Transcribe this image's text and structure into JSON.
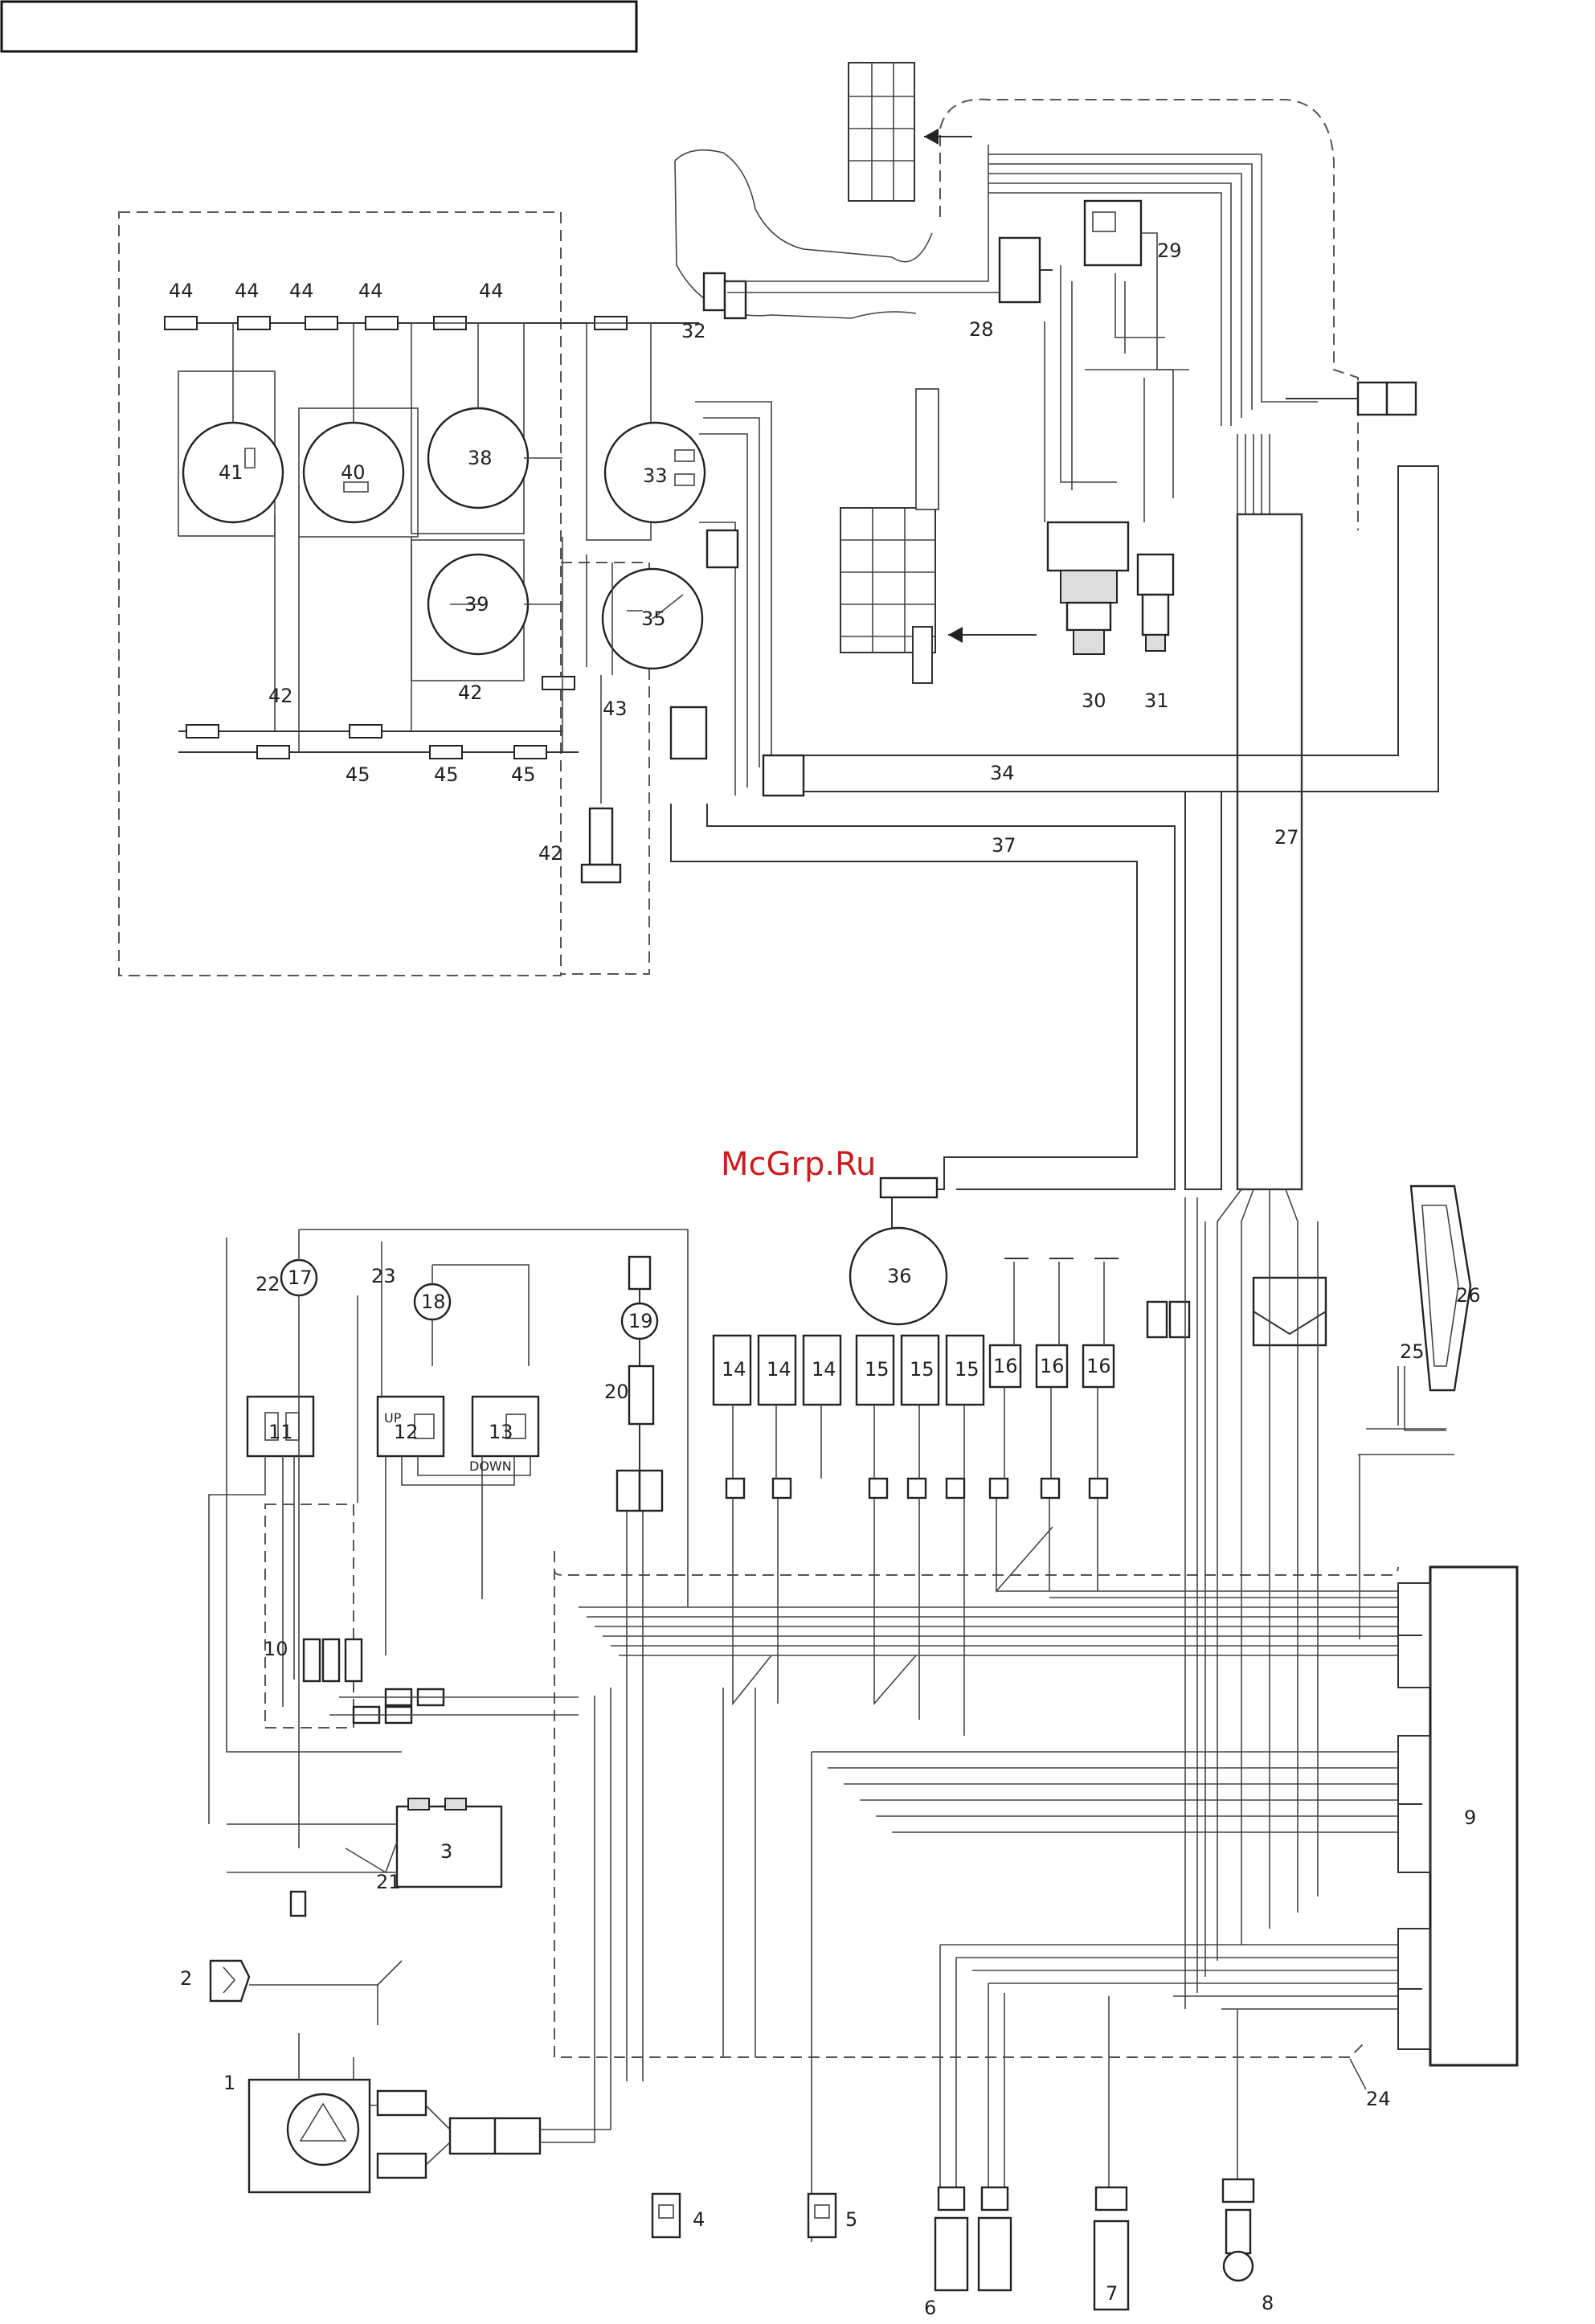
{
  "labels": {
    "l1": "1",
    "l2": "2",
    "l3": "3",
    "l4": "4",
    "l5": "5",
    "l6": "6",
    "l7": "7",
    "l8": "8",
    "l9": "9",
    "l10": "10",
    "l11": "11",
    "l12": "12",
    "l13": "13",
    "l14": "14",
    "l15": "15",
    "l16": "16",
    "l17": "17",
    "l18": "18",
    "l19": "19",
    "l20": "20",
    "l21": "21",
    "l22": "22",
    "l23": "23",
    "l24": "24",
    "l25": "25",
    "l26": "26",
    "l27": "27",
    "l28": "28",
    "l29": "29",
    "l30": "30",
    "l31": "31",
    "l32": "32",
    "l33": "33",
    "l34": "34",
    "l35": "35",
    "l36": "36",
    "l37": "37",
    "l38": "38",
    "l39": "39",
    "l40": "40",
    "l41": "41",
    "l42": "42",
    "l43": "43",
    "l44": "44",
    "l45": "45",
    "up": "UP",
    "down": "DOWN"
  },
  "watermark": "McGrp.Ru"
}
